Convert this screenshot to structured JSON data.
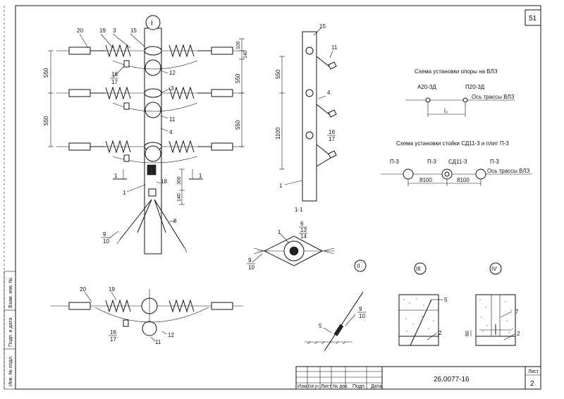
{
  "sheet": {
    "sheet_number": "51",
    "drawing_code": "26.0077-16",
    "sheet_label": "Лист",
    "sheet_page": "2",
    "stamp_columns": [
      "Изм.",
      "Кол.уч.",
      "Лист",
      "№ док.",
      "Подп.",
      "Дата"
    ],
    "side_stamp": [
      "Взам. инв. №",
      "Подп. и дата",
      "Инв. № подл."
    ]
  },
  "main_view": {
    "view_marker": "I",
    "callouts": {
      "c20": "20",
      "c19": "19",
      "c3a": "3",
      "c15": "15",
      "c16_over_17": [
        "16",
        "17"
      ],
      "c12": "12",
      "c3b": "3",
      "c11": "11",
      "c4": "4",
      "c1": "1",
      "c18": "18",
      "c8": "8",
      "c9_over_10": [
        "9",
        "10"
      ]
    },
    "dims": {
      "left_550a": "550",
      "left_550b": "550",
      "right_100": "100",
      "right_140": "140",
      "right_550a": "550",
      "right_550b": "550",
      "low_300": "300",
      "low_140": "140"
    },
    "section_marks": [
      "1",
      "1"
    ]
  },
  "side_view": {
    "callouts": {
      "c15": "15",
      "c11": "11",
      "c4": "4",
      "c16_over_17": [
        "16",
        "17"
      ],
      "c1": "1"
    },
    "dims": {
      "d550": "550",
      "d1100": "1100"
    }
  },
  "scheme_support": {
    "title": "Схема установки опоры на ВЛЗ",
    "left_label": "А20-3Д",
    "right_label": "П20-3Д",
    "axis_label": "Ось трассы ВЛЗ",
    "span_label": "l₃"
  },
  "scheme_plates": {
    "title": "Схема установки стойки СД11-3 и плит П-3",
    "labels": [
      "П-3",
      "П-3",
      "СД11-3",
      "П-3"
    ],
    "axis_label": "Ось трассы ВЛЗ",
    "span_a": "8100",
    "span_b": "8100"
  },
  "section_1_1": {
    "title": "1-1",
    "callouts": {
      "c1": "1",
      "c6_stack": [
        "6",
        "13",
        "14"
      ],
      "c9_over_10": [
        "9",
        "10"
      ]
    }
  },
  "plan_view": {
    "callouts": {
      "c20": "20",
      "c19": "19",
      "c16_over_17": [
        "16",
        "17"
      ],
      "c12": "12",
      "c11": "11"
    }
  },
  "detail_II": {
    "marker": "II",
    "callouts": {
      "c9_over_10": [
        "9",
        "10"
      ],
      "c5": "5"
    }
  },
  "detail_III": {
    "marker": "III",
    "callouts": {
      "c5": "5",
      "c2": "2"
    }
  },
  "detail_IV": {
    "marker": "IV",
    "callouts": {
      "c7": "7",
      "c2": "2",
      "c80": "80"
    }
  }
}
